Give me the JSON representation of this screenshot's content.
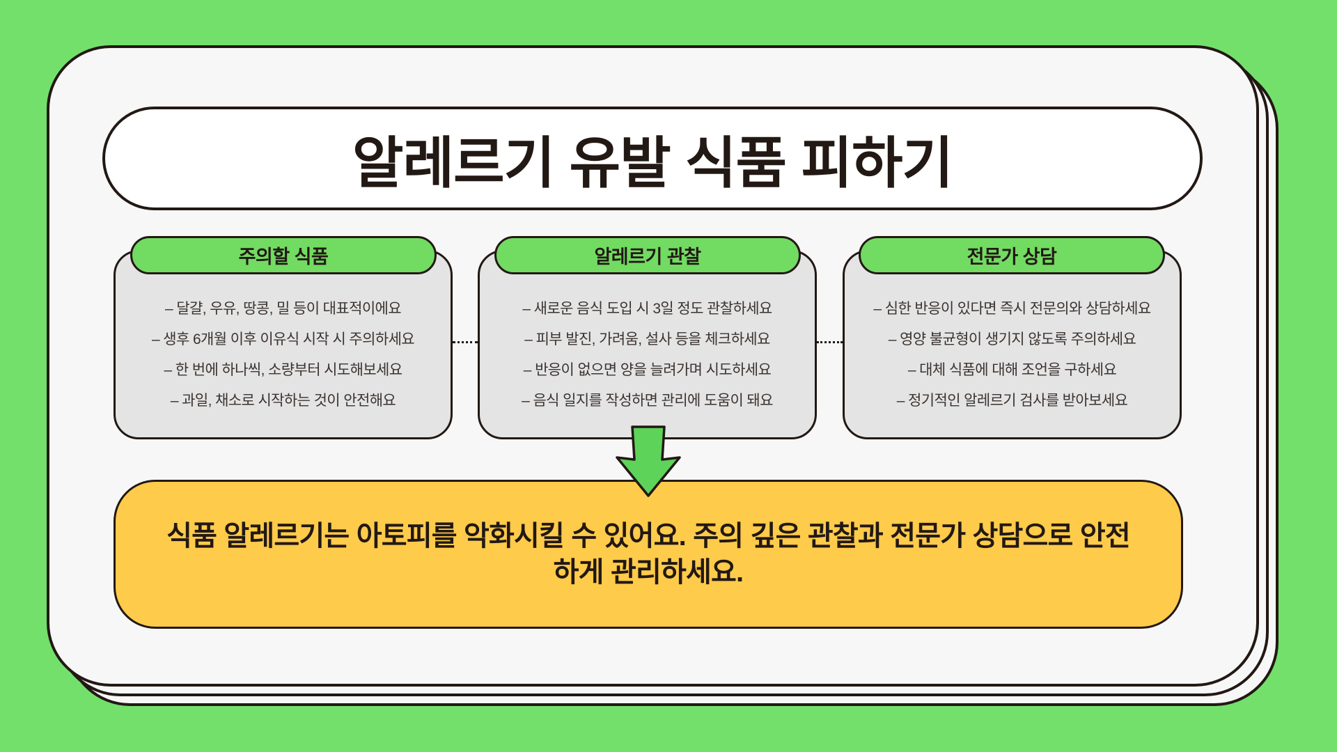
{
  "colors": {
    "background": "#74E06C",
    "card": "#F7F7F7",
    "panel": "#E4E4E4",
    "tab": "#72DB62",
    "summary": "#FFCB4A",
    "arrow": "#5ED35A",
    "ink": "#221814"
  },
  "title": "알레르기 유발 식품 피하기",
  "columns": [
    {
      "heading": "주의할 식품",
      "items": [
        "– 달걀, 우유, 땅콩, 밀 등이 대표적이에요",
        "– 생후 6개월 이후 이유식 시작 시 주의하세요",
        "– 한 번에 하나씩, 소량부터 시도해보세요",
        "– 과일, 채소로 시작하는 것이 안전해요"
      ]
    },
    {
      "heading": "알레르기 관찰",
      "items": [
        "– 새로운 음식 도입 시 3일 정도 관찰하세요",
        "– 피부 발진, 가려움, 설사 등을 체크하세요",
        "– 반응이 없으면 양을 늘려가며 시도하세요",
        "– 음식 일지를 작성하면 관리에 도움이 돼요"
      ]
    },
    {
      "heading": "전문가 상담",
      "items": [
        "– 심한 반응이 있다면 즉시 전문의와 상담하세요",
        "– 영양 불균형이 생기지 않도록 주의하세요",
        "– 대체 식품에 대해 조언을 구하세요",
        "– 정기적인 알레르기 검사를 받아보세요"
      ]
    }
  ],
  "flow_icon": "arrow-down-icon",
  "summary": "식품 알레르기는 아토피를 악화시킬 수 있어요. 주의 깊은 관찰과 전문가 상담으로 안전하게 관리하세요."
}
